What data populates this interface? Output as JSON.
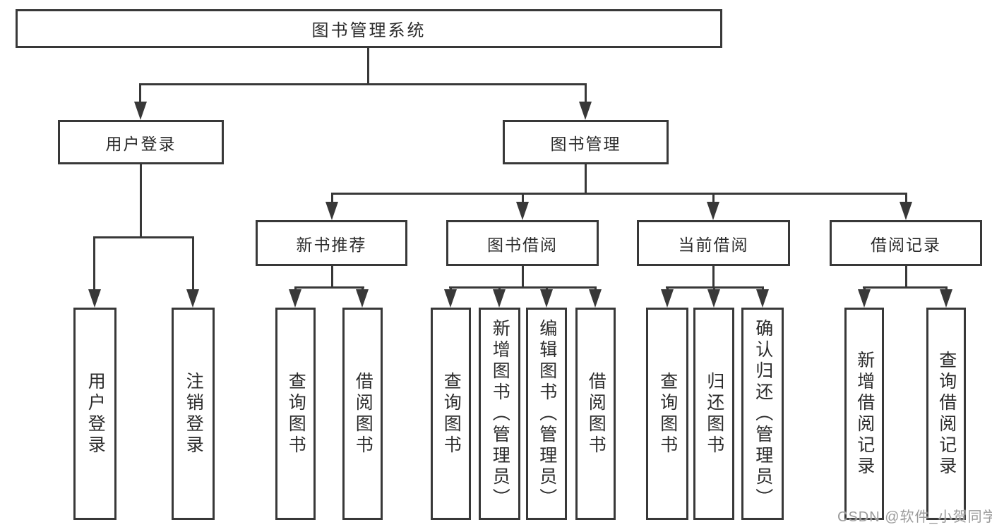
{
  "root": {
    "label": "图书管理系统"
  },
  "level1": {
    "user_login": {
      "label": "用户登录"
    },
    "book_management": {
      "label": "图书管理"
    }
  },
  "level2": {
    "new_book_recommend": {
      "label": "新书推荐"
    },
    "book_borrow": {
      "label": "图书借阅"
    },
    "current_borrow": {
      "label": "当前借阅"
    },
    "borrow_record": {
      "label": "借阅记录"
    }
  },
  "leaves": {
    "user_login": {
      "label": "用户登录"
    },
    "logout": {
      "label": "注销登录"
    },
    "nb_query_book": {
      "label": "查询图书"
    },
    "nb_borrow_book": {
      "label": "借阅图书"
    },
    "bb_query_book": {
      "label": "查询图书"
    },
    "bb_add_book": {
      "label": "新增图书（管理员）"
    },
    "bb_edit_book": {
      "label": "编辑图书（管理员）"
    },
    "bb_borrow_book": {
      "label": "借阅图书"
    },
    "cb_query_book": {
      "label": "查询图书"
    },
    "cb_return_book": {
      "label": "归还图书"
    },
    "cb_confirm_return": {
      "label": "确认归还（管理员）"
    },
    "br_add_record": {
      "label": "新增借阅记录"
    },
    "br_query_record": {
      "label": "查询借阅记录"
    }
  },
  "watermark": "CSDN @软件_小贺同学",
  "colors": {
    "line": "#383838",
    "text": "#2b2b2b",
    "watermark": "#9b9b9b"
  }
}
